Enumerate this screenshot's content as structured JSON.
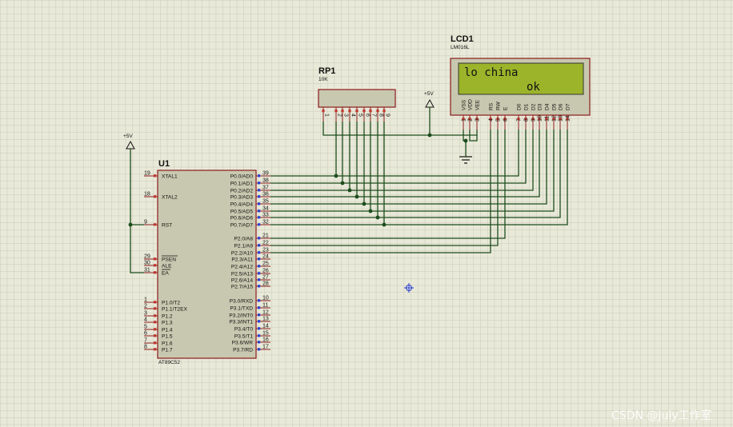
{
  "u1": {
    "ref": "U1",
    "part": "AT89C52",
    "left_pins": [
      {
        "num": "19",
        "label": "XTAL1"
      },
      {
        "num": "18",
        "label": "XTAL2"
      },
      {
        "num": "9",
        "label": "RST"
      },
      {
        "num": "29",
        "label": "PSEN"
      },
      {
        "num": "30",
        "label": "ALE"
      },
      {
        "num": "31",
        "label": "EA"
      },
      {
        "num": "1",
        "label": "P1.0/T2"
      },
      {
        "num": "2",
        "label": "P1.1/T2EX"
      },
      {
        "num": "3",
        "label": "P1.2"
      },
      {
        "num": "4",
        "label": "P1.3"
      },
      {
        "num": "5",
        "label": "P1.4"
      },
      {
        "num": "6",
        "label": "P1.5"
      },
      {
        "num": "7",
        "label": "P1.6"
      },
      {
        "num": "8",
        "label": "P1.7"
      }
    ],
    "right_pins": [
      {
        "num": "39",
        "label": "P0.0/AD0"
      },
      {
        "num": "38",
        "label": "P0.1/AD1"
      },
      {
        "num": "37",
        "label": "P0.2/AD2"
      },
      {
        "num": "36",
        "label": "P0.3/AD3"
      },
      {
        "num": "35",
        "label": "P0.4/AD4"
      },
      {
        "num": "34",
        "label": "P0.5/AD5"
      },
      {
        "num": "33",
        "label": "P0.6/AD6"
      },
      {
        "num": "32",
        "label": "P0.7/AD7"
      },
      {
        "num": "21",
        "label": "P2.0/A8"
      },
      {
        "num": "22",
        "label": "P2.1/A9"
      },
      {
        "num": "23",
        "label": "P2.2/A10"
      },
      {
        "num": "24",
        "label": "P2.3/A11"
      },
      {
        "num": "25",
        "label": "P2.4/A12"
      },
      {
        "num": "26",
        "label": "P2.5/A13"
      },
      {
        "num": "27",
        "label": "P2.6/A14"
      },
      {
        "num": "28",
        "label": "P2.7/A15"
      },
      {
        "num": "10",
        "label": "P3.0/RXD"
      },
      {
        "num": "11",
        "label": "P3.1/TXD"
      },
      {
        "num": "12",
        "label": "P3.2/INT0"
      },
      {
        "num": "13",
        "label": "P3.3/INT1"
      },
      {
        "num": "14",
        "label": "P3.4/T0"
      },
      {
        "num": "15",
        "label": "P3.5/T1"
      },
      {
        "num": "16",
        "label": "P3.6/WR"
      },
      {
        "num": "17",
        "label": "P3.7/RD"
      }
    ]
  },
  "rp1": {
    "ref": "RP1",
    "value": "10K",
    "pins": [
      "1",
      "2",
      "3",
      "4",
      "5",
      "6",
      "7",
      "8",
      "9"
    ]
  },
  "lcd1": {
    "ref": "LCD1",
    "part": "LM016L",
    "line1": "lo china",
    "line2": "ok",
    "pins": [
      {
        "num": "1",
        "label": "VSS"
      },
      {
        "num": "2",
        "label": "VDD"
      },
      {
        "num": "3",
        "label": "VEE"
      },
      {
        "num": "4",
        "label": "RS"
      },
      {
        "num": "5",
        "label": "RW"
      },
      {
        "num": "6",
        "label": "E"
      },
      {
        "num": "7",
        "label": "D0"
      },
      {
        "num": "8",
        "label": "D1"
      },
      {
        "num": "9",
        "label": "D2"
      },
      {
        "num": "10",
        "label": "D3"
      },
      {
        "num": "11",
        "label": "D4"
      },
      {
        "num": "12",
        "label": "D5"
      },
      {
        "num": "13",
        "label": "D6"
      },
      {
        "num": "14",
        "label": "D7"
      }
    ]
  },
  "power": [
    {
      "label": "+5V"
    },
    {
      "label": "+5V"
    }
  ],
  "watermark": "CSDN @July工作室",
  "colors": {
    "background": "#e9e9d9",
    "grid": "#c9c9b7",
    "wire": "#1c4d1c",
    "component_body": "#c8c8b0",
    "lcd_screen": "#9cb42a",
    "pin": "#8c1a1a"
  }
}
